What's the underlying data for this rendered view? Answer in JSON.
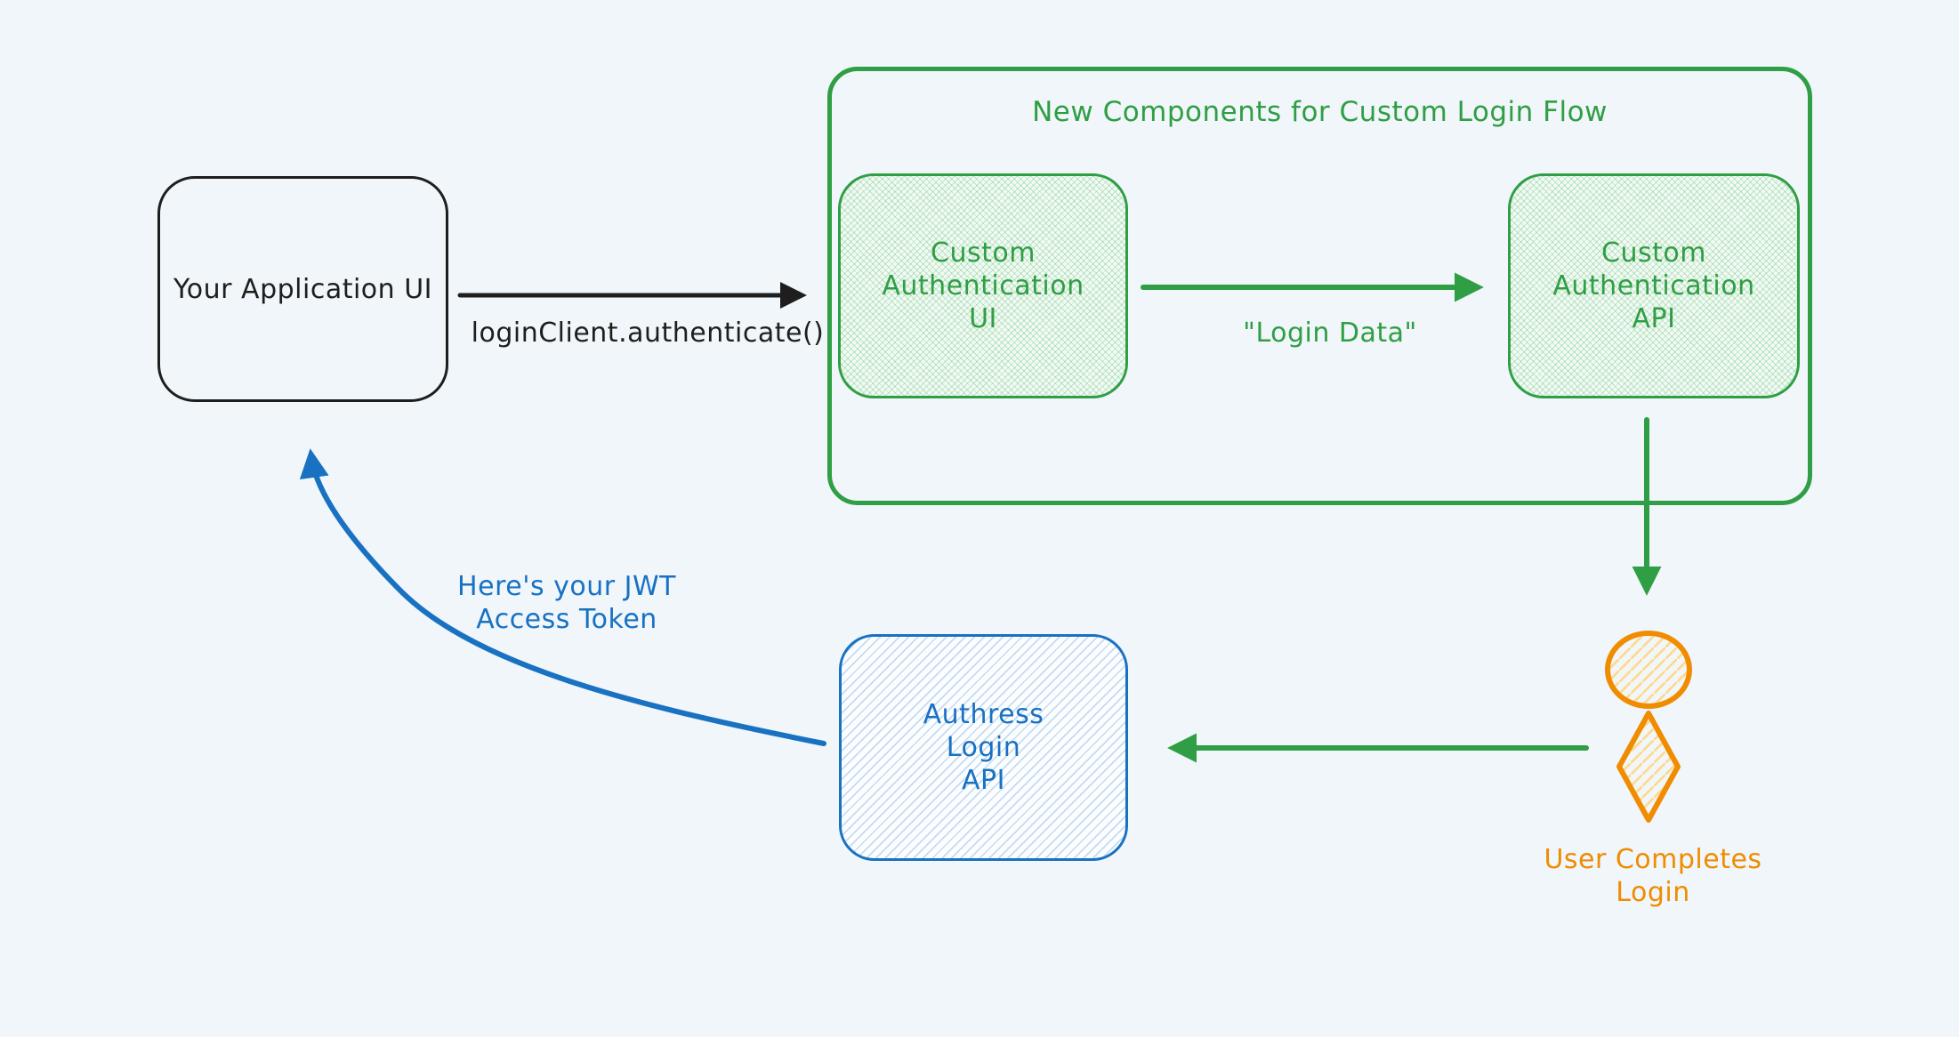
{
  "diagram": {
    "background_color": "#f0f6fa",
    "colors": {
      "ink": "#1e1e1e",
      "green": "#2f9e44",
      "blue": "#1971c2",
      "orange": "#f08c00"
    },
    "nodes": {
      "app_ui": {
        "label": "Your Application UI"
      },
      "container": {
        "title": "New Components for Custom Login Flow"
      },
      "custom_auth_ui": {
        "lines": [
          "Custom",
          "Authentication",
          "UI"
        ]
      },
      "custom_auth_api": {
        "lines": [
          "Custom",
          "Authentication",
          "API"
        ]
      },
      "authress_api": {
        "lines": [
          "Authress",
          "Login",
          "API"
        ]
      },
      "user": {
        "lines": [
          "User Completes",
          "Login"
        ]
      }
    },
    "edges": {
      "authenticate": {
        "label": "loginClient.authenticate()"
      },
      "login_data": {
        "label": "\"Login Data\""
      },
      "jwt": {
        "lines": [
          "Here's your JWT",
          "Access Token"
        ]
      }
    },
    "icons": {
      "user_icon": "person-head-and-body"
    }
  }
}
